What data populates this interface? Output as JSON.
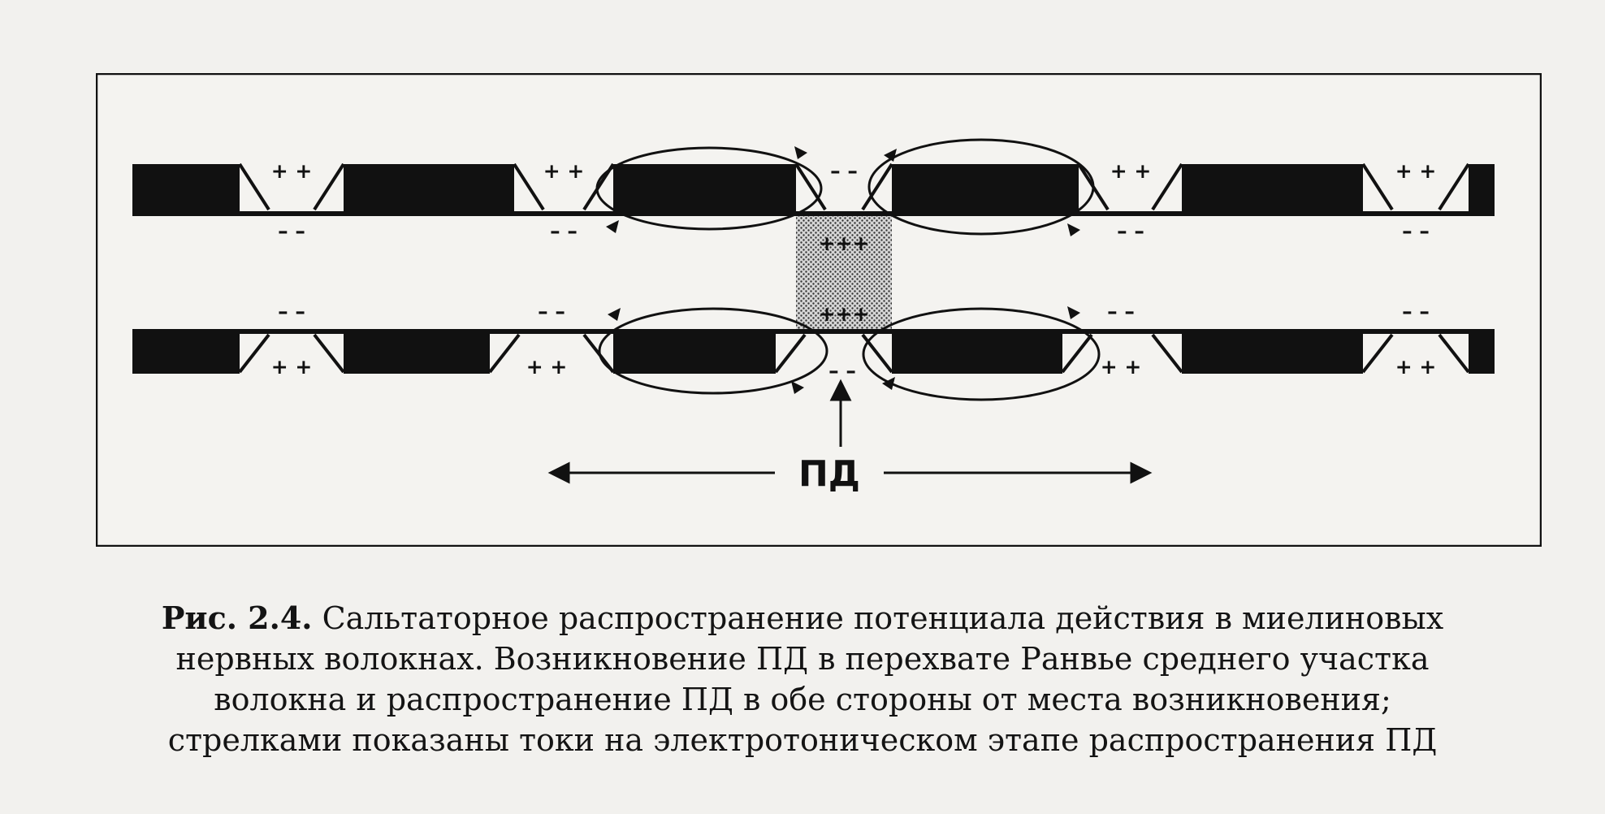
{
  "diagram": {
    "ap_label": "ПД",
    "signs": {
      "plus": "+ +",
      "minus": "– –",
      "node_plus": "+++"
    }
  },
  "caption": {
    "label": "Рис. 2.4.",
    "line1": "Сальтаторное распространение потенциала действия в миелиновых",
    "line2": "нервных волокнах. Возникновение ПД в перехвате Ранвье среднего участка",
    "line3": "волокна и распространение ПД в обе стороны от места возникновения;",
    "line4": "стрелками показаны токи на электротоническом этапе распространения ПД"
  }
}
